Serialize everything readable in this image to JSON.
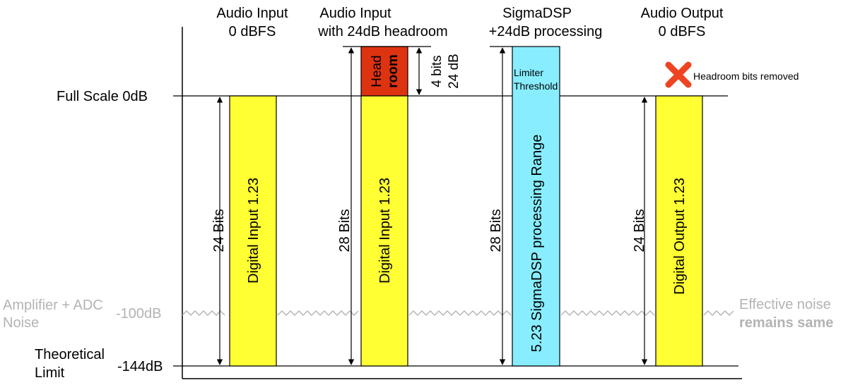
{
  "columns": [
    {
      "title_line1": "Audio Input",
      "title_line2": "0 dBFS",
      "bits": "24 Bits",
      "bar_label": "Digital Input 1.23"
    },
    {
      "title_line1": "Audio Input",
      "title_line2": "with 24dB headroom",
      "bits": "28 Bits",
      "bar_label": "Digital Input 1.23",
      "headroom_line1": "Head",
      "headroom_line2": "room",
      "headroom_bits": "4 bits",
      "headroom_db": "24 dB"
    },
    {
      "title_line1": "SigmaDSP",
      "title_line2": "+24dB processing",
      "bits": "28 Bits",
      "bar_label": "5.23 SigmaDSP processing Range",
      "limiter_line1": "Limiter",
      "limiter_line2": "Threshold"
    },
    {
      "title_line1": "Audio Output",
      "title_line2": "0 dBFS",
      "bits": "24 Bits",
      "bar_label": "Digital Output 1.23",
      "removed_note": "Headroom bits removed"
    }
  ],
  "levels": {
    "full_scale": "Full Scale  0dB",
    "noise_line1": "Amplifier + ADC",
    "noise_line2": "Noise",
    "noise_db": "-100dB",
    "theoretical_line1": "Theoretical",
    "theoretical_line2": "Limit",
    "theoretical_db": "-144dB",
    "effective_line1": "Effective noise",
    "effective_line2": "remains same"
  },
  "colors": {
    "bar_yellow": "#ffff33",
    "headroom_red": "#dd3311",
    "dsp_cyan": "#88eeff",
    "noise_gray": "#b3b3b3",
    "removed_x": "#ee4422"
  }
}
